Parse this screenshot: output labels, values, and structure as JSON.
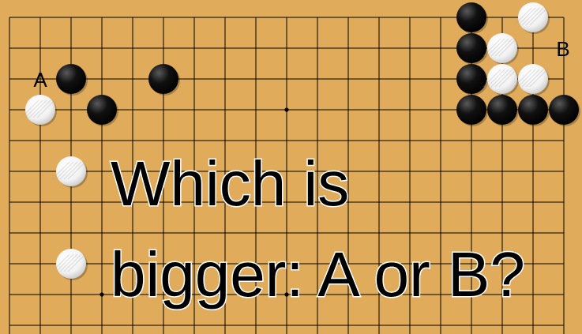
{
  "board": {
    "background_color": "#e0ac5c",
    "line_color": "#000000",
    "black_stone_color": "#111111",
    "white_stone_color": "#f2f2f2",
    "visible_grid": {
      "columns": 19,
      "rows": 11
    },
    "hoshi": [
      [
        3,
        3
      ],
      [
        9,
        3
      ],
      [
        15,
        3
      ],
      [
        3,
        9
      ],
      [
        9,
        9
      ],
      [
        15,
        9
      ]
    ],
    "black_stones": [
      [
        2,
        2
      ],
      [
        5,
        2
      ],
      [
        3,
        3
      ],
      [
        15,
        0
      ],
      [
        15,
        1
      ],
      [
        15,
        2
      ],
      [
        15,
        3
      ],
      [
        16,
        3
      ],
      [
        17,
        3
      ],
      [
        18,
        3
      ]
    ],
    "white_stones": [
      [
        1,
        3
      ],
      [
        17,
        0
      ],
      [
        16,
        1
      ],
      [
        16,
        2
      ],
      [
        17,
        2
      ],
      [
        2,
        5
      ],
      [
        2,
        8
      ]
    ]
  },
  "labels": {
    "point_a": "A",
    "point_b": "B"
  },
  "question": {
    "line1": "Which is",
    "line2": "bigger: A or B?"
  }
}
